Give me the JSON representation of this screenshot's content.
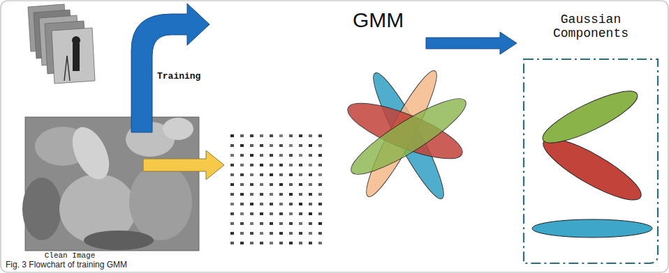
{
  "diagram": {
    "caption": "Fig. 3 Flowchart of training GMM",
    "nodes": [
      {
        "text": [
          "GMM"
        ]
      },
      {
        "text": [
          "Gaussian Components"
        ]
      }
    ],
    "edges": [
      {
        "from": 0,
        "to": 1,
        "arrow": "to"
      }
    ],
    "labels": [
      "Clean Image",
      "Training"
    ]
  }
}
